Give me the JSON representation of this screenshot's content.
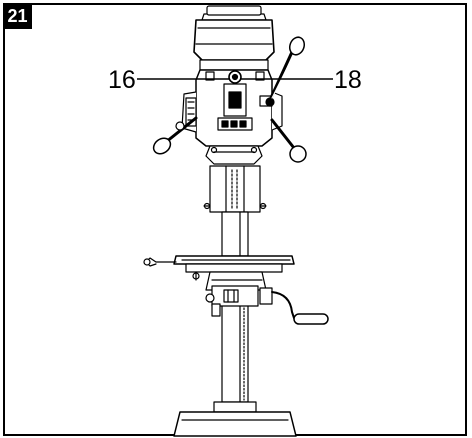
{
  "figure": {
    "number": "21",
    "callouts": [
      "16",
      "18"
    ]
  },
  "colors": {
    "line": "#000000",
    "paper": "#ffffff",
    "badge_bg": "#000000",
    "badge_text": "#ffffff"
  }
}
